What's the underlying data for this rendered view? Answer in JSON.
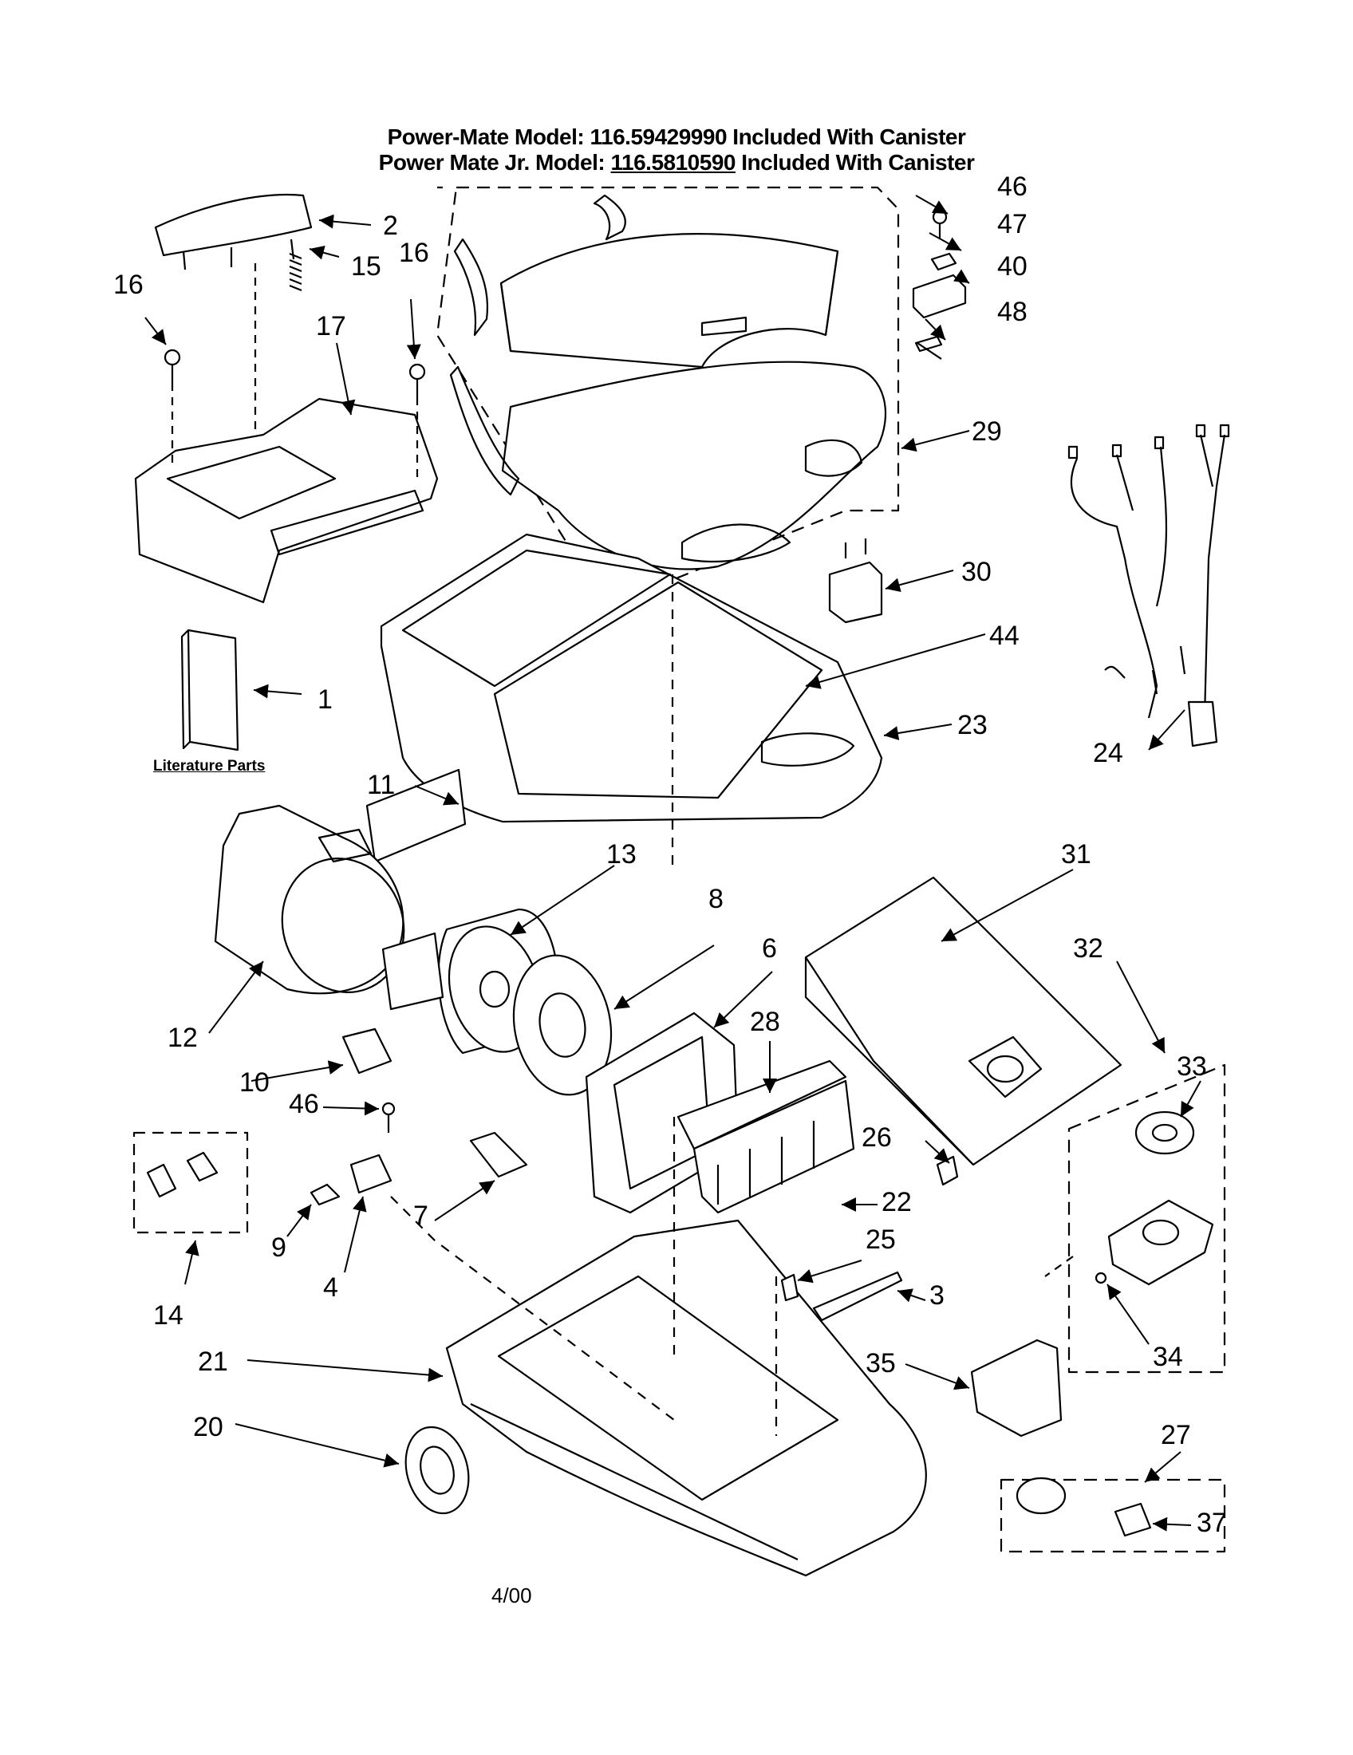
{
  "header": {
    "line1": "Power-Mate Model: 116.59429990 Included With Canister",
    "line2_prefix": "Power Mate Jr. Model: ",
    "line2_model": "116.5810590",
    "line2_suffix": " Included With Canister"
  },
  "literature_label": "Literature Parts",
  "footer_date": "4/00",
  "callouts": [
    "1",
    "2",
    "3",
    "4",
    "6",
    "7",
    "8",
    "9",
    "10",
    "11",
    "12",
    "13",
    "14",
    "15",
    "16",
    "16",
    "17",
    "20",
    "21",
    "22",
    "23",
    "24",
    "25",
    "26",
    "27",
    "28",
    "29",
    "30",
    "31",
    "32",
    "33",
    "34",
    "35",
    "37",
    "40",
    "44",
    "46",
    "46",
    "47",
    "48"
  ]
}
